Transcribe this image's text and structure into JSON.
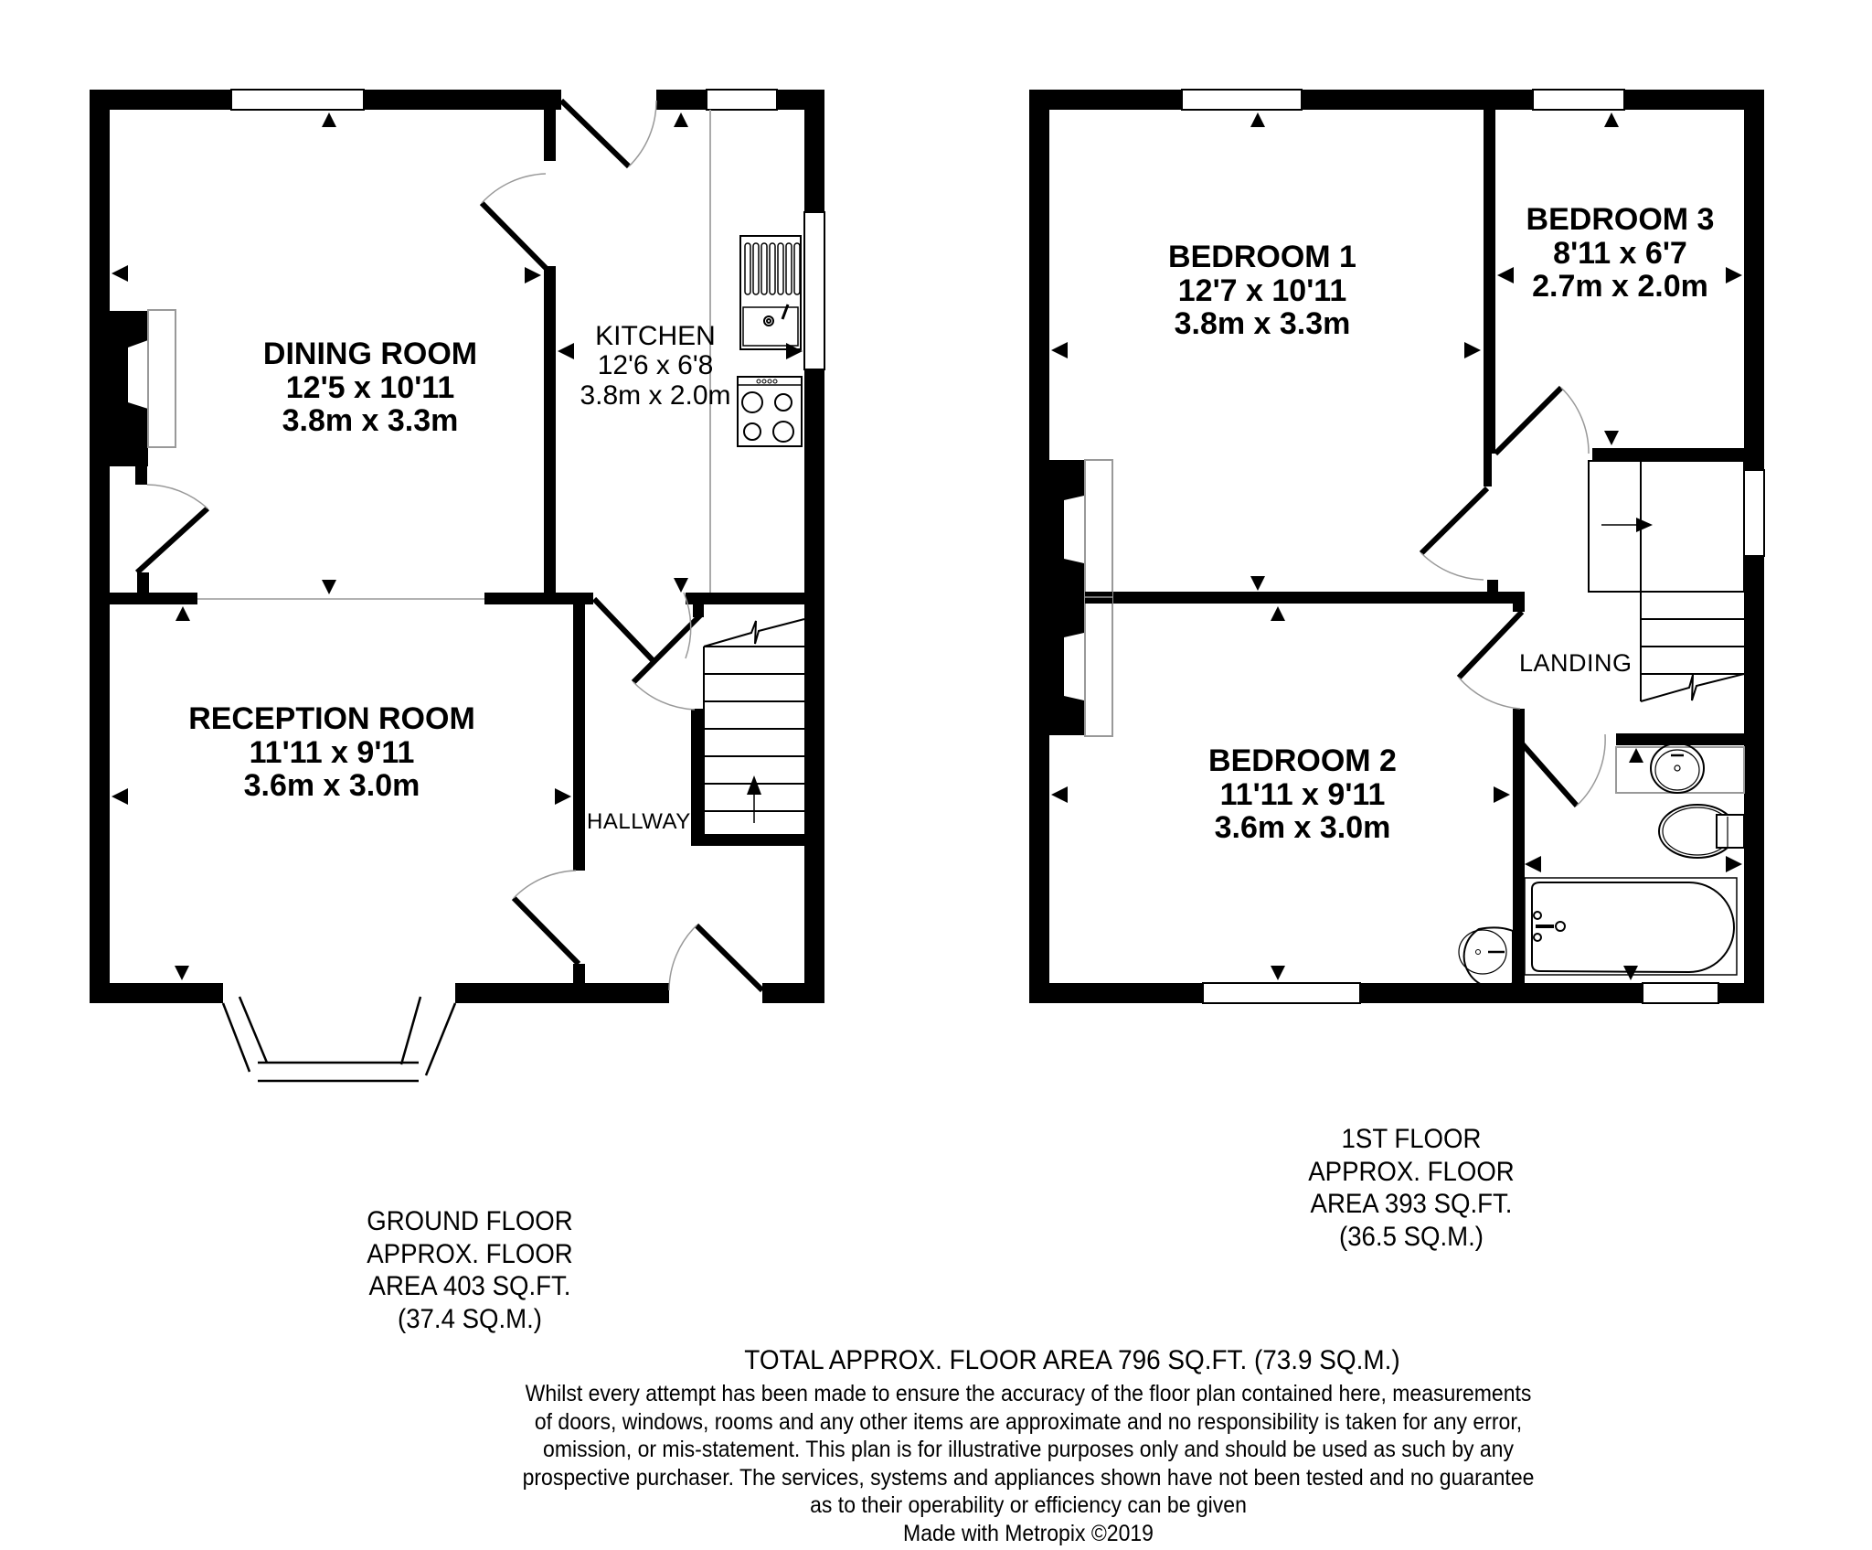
{
  "ground_floor": {
    "rooms": [
      {
        "name": "DINING ROOM",
        "imperial": "12'5 x 10'11",
        "metric": "3.8m x 3.3m"
      },
      {
        "name": "KITCHEN",
        "imperial": "12'6 x 6'8",
        "metric": "3.8m x 2.0m"
      },
      {
        "name": "RECEPTION ROOM",
        "imperial": "11'11 x 9'11",
        "metric": "3.6m x 3.0m"
      },
      {
        "name": "HALLWAY"
      }
    ],
    "summary": {
      "line1": "GROUND FLOOR",
      "line2": "APPROX. FLOOR",
      "line3": "AREA 403 SQ.FT.",
      "line4": "(37.4 SQ.M.)"
    }
  },
  "first_floor": {
    "rooms": [
      {
        "name": "BEDROOM 1",
        "imperial": "12'7 x 10'11",
        "metric": "3.8m x 3.3m"
      },
      {
        "name": "BEDROOM 3",
        "imperial": "8'11 x 6'7",
        "metric": "2.7m x 2.0m"
      },
      {
        "name": "BEDROOM 2",
        "imperial": "11'11 x 9'11",
        "metric": "3.6m x 3.0m"
      },
      {
        "name": "LANDING"
      }
    ],
    "summary": {
      "line1": "1ST FLOOR",
      "line2": "APPROX. FLOOR",
      "line3": "AREA 393 SQ.FT.",
      "line4": "(36.5 SQ.M.)"
    }
  },
  "footer": {
    "total": "TOTAL APPROX. FLOOR AREA 796 SQ.FT. (73.9 SQ.M.)",
    "disclaimer_lines": [
      "Whilst every attempt has been made to ensure the accuracy of the floor plan contained here, measurements",
      "of doors, windows, rooms and any other items are approximate and no responsibility is taken for any error,",
      "omission, or mis-statement. This plan is for illustrative purposes only and should be used as such by any",
      "prospective purchaser. The services, systems and appliances shown have not been tested and no guarantee",
      "as to their operability or efficiency can be given"
    ],
    "credit": "Made with Metropix ©2019"
  },
  "colors": {
    "wall": "#000000",
    "background": "#ffffff",
    "fixture_outline": "#999999",
    "door_arc": "#999999"
  }
}
